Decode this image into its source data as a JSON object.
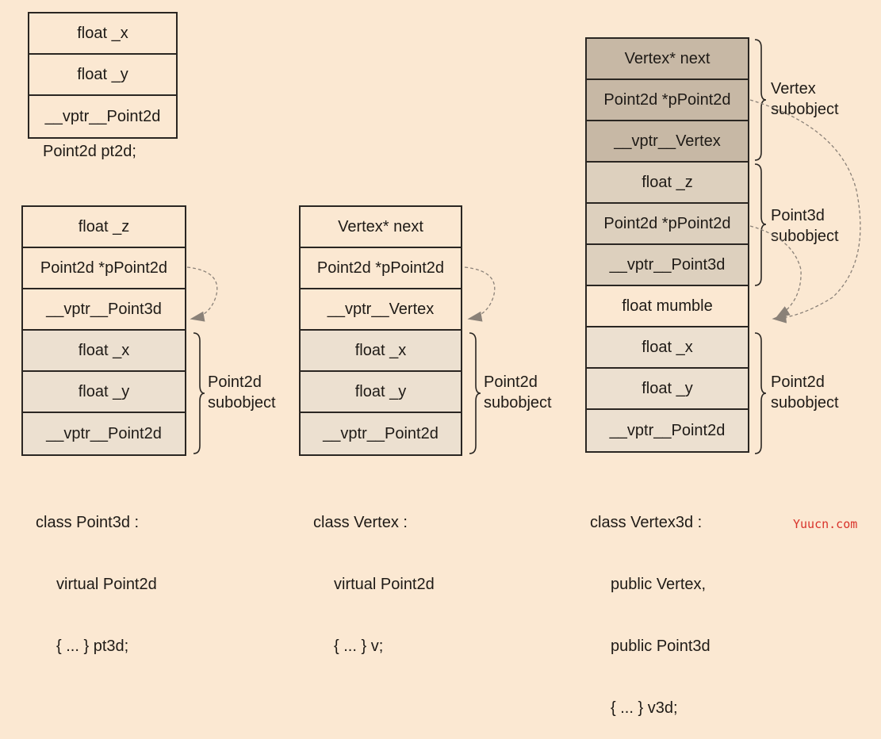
{
  "pt2d": {
    "cells": [
      "float _x",
      "float _y",
      "__vptr__Point2d"
    ],
    "caption": "Point2d pt2d;"
  },
  "pt3d": {
    "cells": [
      "float _z",
      "Point2d *pPoint2d",
      "__vptr__Point3d",
      "float _x",
      "float _y",
      "__vptr__Point2d"
    ],
    "brace_label": [
      "Point2d",
      "subobject"
    ],
    "caption": [
      "class Point3d :",
      "virtual Point2d",
      "{ ... } pt3d;"
    ]
  },
  "v": {
    "cells": [
      "Vertex* next",
      "Point2d *pPoint2d",
      "__vptr__Vertex",
      "float _x",
      "float _y",
      "__vptr__Point2d"
    ],
    "brace_label": [
      "Point2d",
      "subobject"
    ],
    "caption": [
      "class Vertex :",
      "virtual Point2d",
      "{ ... } v;"
    ]
  },
  "v3d": {
    "cells": [
      "Vertex* next",
      "Point2d *pPoint2d",
      "__vptr__Vertex",
      "float _z",
      "Point2d *pPoint2d",
      "__vptr__Point3d",
      "float mumble",
      "float _x",
      "float _y",
      "__vptr__Point2d"
    ],
    "brace_labels": [
      [
        "Vertex",
        "subobject"
      ],
      [
        "Point3d",
        "subobject"
      ],
      [
        "Point2d",
        "subobject"
      ]
    ],
    "caption": [
      "class Vertex3d :",
      "public Vertex,",
      "public Point3d",
      "{ ... } v3d;"
    ]
  },
  "watermark": "Yuucn.com"
}
